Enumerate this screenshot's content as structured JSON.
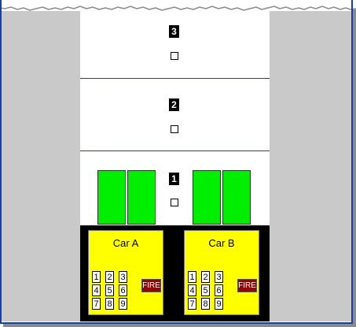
{
  "floors": [
    {
      "number": "3"
    },
    {
      "number": "2"
    },
    {
      "number": "1"
    }
  ],
  "cars": [
    {
      "name": "Car A",
      "keys": [
        "1",
        "2",
        "3",
        "4",
        "5",
        "6",
        "7",
        "8",
        "9"
      ],
      "fire_label": "FIRE"
    },
    {
      "name": "Car B",
      "keys": [
        "1",
        "2",
        "3",
        "4",
        "5",
        "6",
        "7",
        "8",
        "9"
      ],
      "fire_label": "FIRE"
    }
  ],
  "colors": {
    "wall": "#c9c9c9",
    "door": "#00ee00",
    "panel": "#ffff00",
    "fire": "#990000",
    "floor_line": "#1a3fb0",
    "lobby": "#000000"
  },
  "icons": {
    "call_button": "square-outline",
    "floor_label": "black-number-tag"
  }
}
